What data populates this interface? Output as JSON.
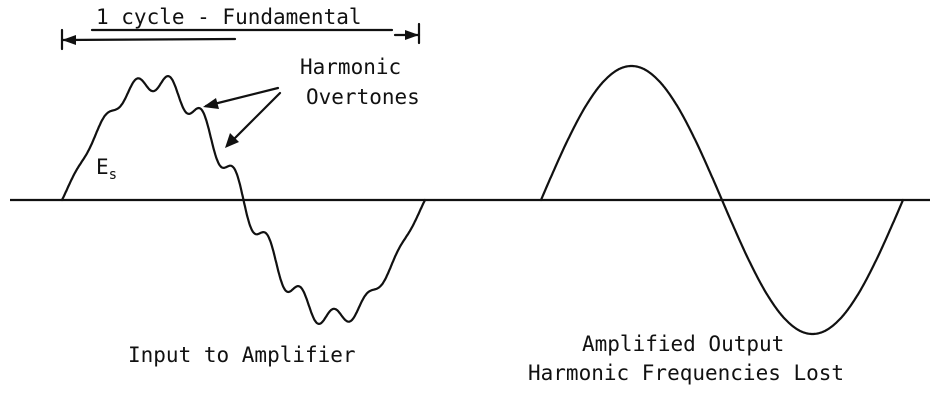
{
  "labels": {
    "cycle": "1 cycle - Fundamental",
    "harmonic_line1": "Harmonic",
    "harmonic_line2": "Overtones",
    "es_main": "E",
    "es_sub": "s",
    "input": "Input to Amplifier",
    "output_line1": "Amplified Output",
    "output_line2": "Harmonic Frequencies Lost"
  },
  "colors": {
    "ink": "#111111",
    "background": "#ffffff"
  }
}
